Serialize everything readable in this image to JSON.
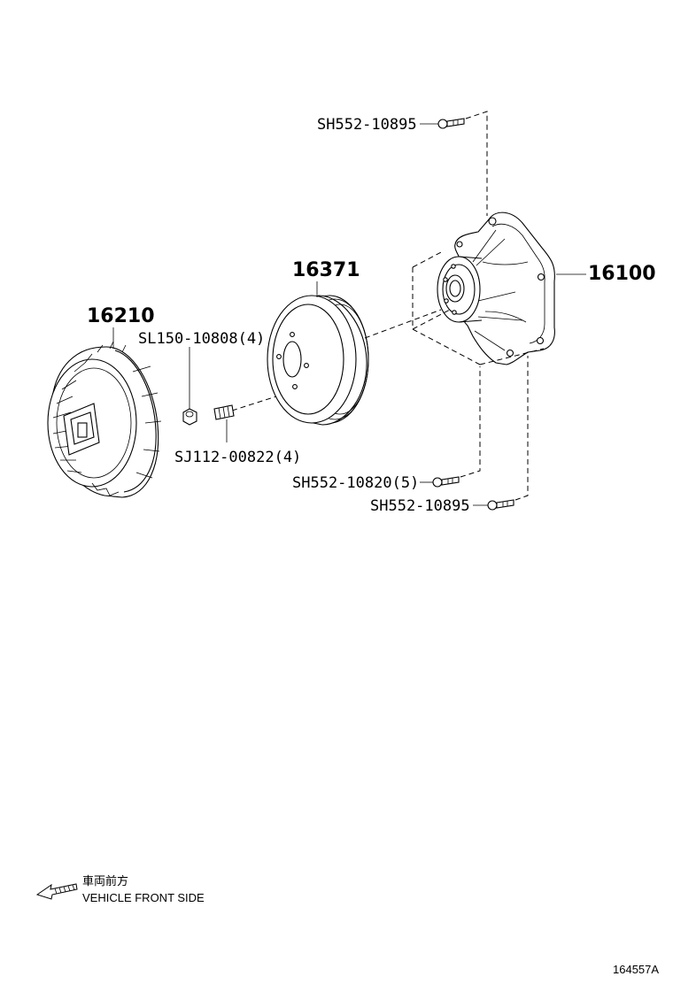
{
  "callouts": {
    "water_pump": "16100",
    "pulley": "16371",
    "fan_clutch": "16210",
    "nut": "SL150-10808(4)",
    "stud": "SJ112-00822(4)",
    "bolt_top": "SH552-10895",
    "bolt_mid": "SH552-10820(5)",
    "bolt_bottom": "SH552-10895"
  },
  "legend": {
    "japanese": "車両前方",
    "english": "VEHICLE FRONT SIDE"
  },
  "diagram_ref": "164557A"
}
